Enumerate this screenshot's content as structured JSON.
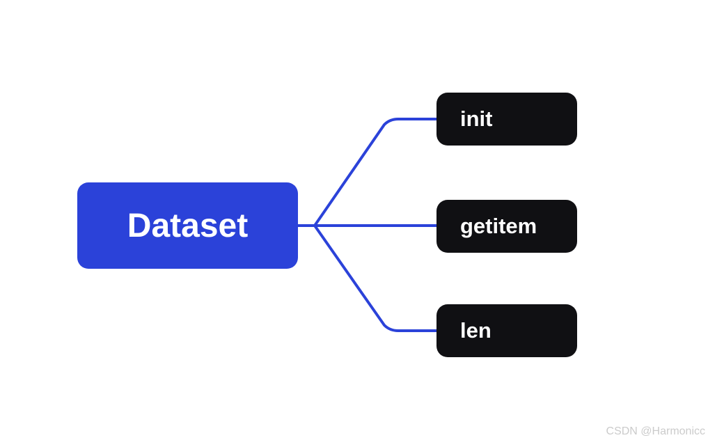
{
  "page": {
    "background_color": "#ffffff"
  },
  "diagram": {
    "type": "mindmap",
    "root_node": {
      "label": "Dataset",
      "bg_color": "#2b42d9",
      "text_color": "#ffffff"
    },
    "child_nodes": [
      {
        "label": "init"
      },
      {
        "label": "getitem"
      },
      {
        "label": "len"
      }
    ],
    "child_style": {
      "bg_color": "#101013",
      "text_color": "#ffffff"
    },
    "connector_color": "#2b42d9"
  },
  "watermark": {
    "text": "CSDN @Harmonicc",
    "color": "#cbcbcb"
  }
}
